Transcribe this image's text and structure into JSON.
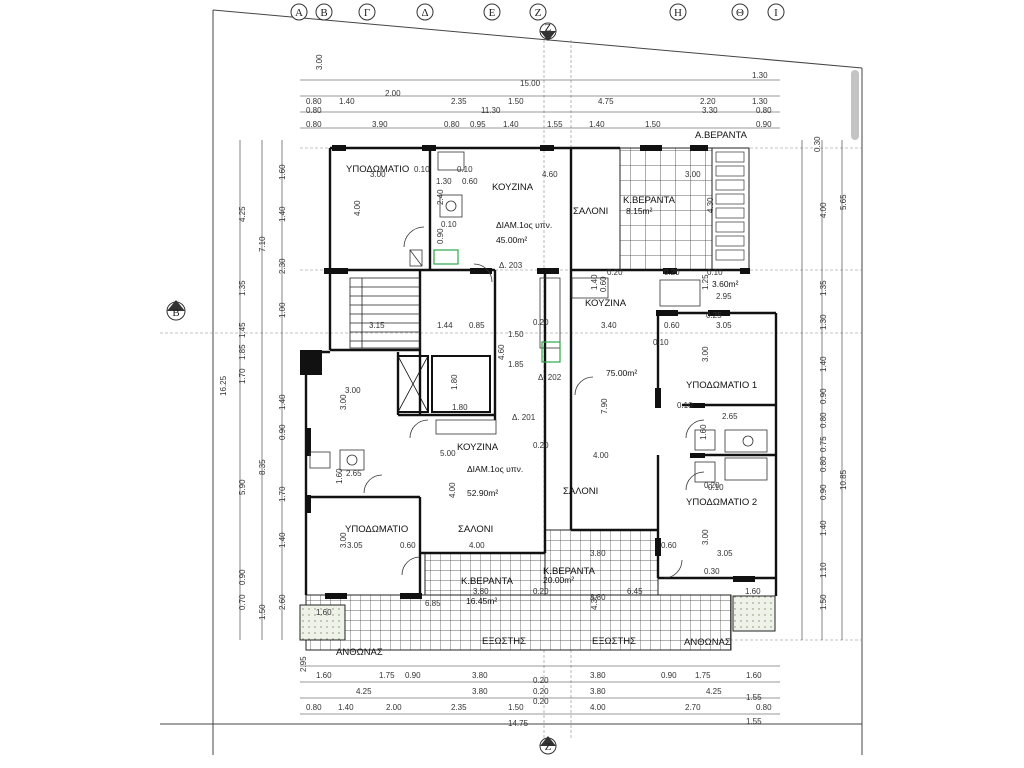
{
  "axes_top": [
    "Α",
    "Β",
    "Γ",
    "Δ",
    "Ε",
    "Ζ",
    "Η",
    "Θ",
    "Ι"
  ],
  "axis_left": "Β",
  "axis_bottom": "Ζ",
  "axis_top_marker": "Ζ",
  "top_dims": {
    "r0": [
      "3.00"
    ],
    "r1": [
      "15.00",
      "1.30"
    ],
    "r2": [
      "0.80",
      "1.40",
      "2.00",
      "2.35",
      "1.50",
      "4.75",
      "2.20",
      "1.30"
    ],
    "r3": [
      "0.80",
      "11.30",
      "3.30",
      "0.80"
    ],
    "r4": [
      "0.80",
      "3.90",
      "0.80",
      "0.95",
      "1.40",
      "1.55",
      "1.40",
      "1.50",
      "0.90"
    ]
  },
  "bottom_dims": {
    "r1": [
      "2.95",
      "1.60",
      "1.75",
      "0.90",
      "3.80",
      "0.20",
      "3.80",
      "0.90",
      "1.75",
      "1.60"
    ],
    "r2": [
      "4.25",
      "3.80",
      "0.20",
      "3.80",
      "4.25",
      "1.55"
    ],
    "r3": [
      "0.20"
    ],
    "r4": [
      "0.80",
      "1.40",
      "2.00",
      "2.35",
      "1.50",
      "4.00",
      "2.70",
      "0.80"
    ],
    "r5": [
      "14.75",
      "1.55"
    ]
  },
  "left_dims": [
    "1.60",
    "4.25",
    "1.40",
    "7.10",
    "2.30",
    "1.35",
    "1.00",
    "1.45",
    "16.25",
    "1.85",
    "1.70",
    "1.40",
    "0.90",
    "8.35",
    "5.90",
    "1.70",
    "1.40",
    "0.90",
    "0.70",
    "2.60",
    "1.50"
  ],
  "right_dims": [
    "0.30",
    "4.00",
    "5.65",
    "1.35",
    "1.30",
    "1.40",
    "0.90",
    "0.80",
    "0.75",
    "0.80",
    "10.85",
    "0.90",
    "1.40",
    "1.10",
    "1.50"
  ],
  "rooms": {
    "bedroom_tl": "ΥΠΟΔΩΜΑΤΙΟ",
    "kitchen_top": "ΚΟΥΖΙΝΑ",
    "apt_top": "ΔΙΑΜ.1ος υπν.",
    "apt_top_area": "45.00m²",
    "living_top": "ΣΑΛΟΝΙ",
    "veranda_k_top": "Κ.ΒΕΡΑΝΤΑ",
    "veranda_k_top_area": "8.15m²",
    "veranda_a": "Α.ΒΕΡΑΝΤΑ",
    "small_area": "3.60m²",
    "kitchen_mid": "ΚΟΥΖΙΝΑ",
    "apt_right_area": "75.00m²",
    "bedroom1": "ΥΠΟΔΩΜΑΤΙΟ 1",
    "bedroom2": "ΥΠΟΔΩΜΑΤΙΟ 2",
    "kitchen_bot": "ΚΟΥΖΙΝΑ",
    "apt_bot": "ΔΙΑΜ.1ος υπν.",
    "apt_bot_area": "52.90m²",
    "living_mid": "ΣΑΛΟΝΙ",
    "bedroom_bl": "ΥΠΟΔΩΜΑΤΙΟ",
    "living_bot": "ΣΑΛΟΝΙ",
    "veranda_bl": "Κ.ΒΕΡΑΝΤΑ",
    "veranda_bl_area": "16.45m²",
    "veranda_bc": "Κ.ΒΕΡΑΝΤΑ",
    "veranda_bc_area": "20.00m²",
    "exostis1": "ΕΞΩΣΤΗΣ",
    "exostis2": "ΕΞΩΣΤΗΣ",
    "garden1": "ΑΝΘΩΝΑΣ",
    "garden2": "ΑΝΘΩΝΑΣ",
    "d203": "Δ. 203",
    "d202": "Δ. 202",
    "d201": "Δ. 201"
  },
  "inner_dims": {
    "tl_3_00": "3.00",
    "tl_0_10": "0.10",
    "tl_0_10b": "0.10",
    "tl_1_30": "1.30",
    "tl_0_60": "0.60",
    "tl_2_40": "2.40",
    "tl_0_90": "0.90",
    "tl_0_10c": "0.10",
    "tl_4_00": "4.00",
    "top_4_60": "4.60",
    "v_4_30": "4.30",
    "v_3_00": "3.00",
    "v_0_20": "0.20",
    "v_1_40": "1.40",
    "s_3_15": "3.15",
    "s_1_44": "1.44",
    "s_0_85": "0.85",
    "s_0_20": "0.20",
    "s_1_50": "1.50",
    "s_4_60": "4.60",
    "s_1_85": "1.85",
    "s_3_40": "3.40",
    "s_0_60": "0.60",
    "s_3_05": "3.05",
    "s_0_10": "0.10",
    "s_0_25": "0.25",
    "s_2_95": "2.95",
    "s_1_25": "1.25",
    "s_0_10b": "0.10",
    "s_0_60b": "0.60",
    "s_0_20b": "0.20",
    "m_3_00": "3.00",
    "m_3_00b": "3.00",
    "m_1_80": "1.80",
    "m_1_80b": "1.80",
    "m_5_00": "5.00",
    "m_7_90": "7.90",
    "m_0_20": "0.20",
    "m_0_10": "0.10",
    "m_2_65": "2.65",
    "m_1_60": "1.60",
    "m_1_60b": "1.60",
    "m_2_65b": "2.65",
    "m_0_20b": "0.20",
    "m_4_00": "4.00",
    "m_4_00b": "4.00",
    "m_3_00c": "3.00",
    "m_0_10b": "0.10",
    "b_3_05": "3.05",
    "b_0_60": "0.60",
    "b_4_00": "4.00",
    "b_3_00": "3.00",
    "b_3_80": "3.80",
    "b_0_60b": "0.60",
    "b_3_05b": "3.05",
    "b_0_30": "0.30",
    "b_3_00b": "3.00",
    "b_3_80b": "3.80",
    "b_6_85": "6.85",
    "b_0_20": "0.20",
    "b_4_30": "4.30",
    "b_6_45": "6.45",
    "b_1_60": "1.60",
    "b_1_60b": "1.60",
    "b_3_80c": "3.80"
  }
}
